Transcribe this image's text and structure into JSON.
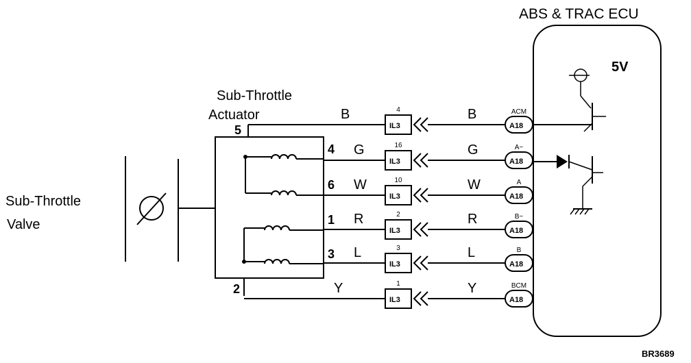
{
  "ecu": {
    "title": "ABS & TRAC ECU",
    "voltage": "5V"
  },
  "valve": {
    "line1": "Sub-Throttle",
    "line2": "Valve"
  },
  "actuator": {
    "line1": "Sub-Throttle",
    "line2": "Actuator"
  },
  "connectors": [
    {
      "pin_actuator": "5",
      "wire": "B",
      "il3_pin": "4",
      "il3_label": "IL3",
      "ecu_terminal": "ACM",
      "ecu_connector": "A18"
    },
    {
      "pin_actuator": "4",
      "wire": "G",
      "il3_pin": "16",
      "il3_label": "IL3",
      "ecu_terminal": "A−",
      "ecu_connector": "A18"
    },
    {
      "pin_actuator": "6",
      "wire": "W",
      "il3_pin": "10",
      "il3_label": "IL3",
      "ecu_terminal": "A",
      "ecu_connector": "A18"
    },
    {
      "pin_actuator": "1",
      "wire": "R",
      "il3_pin": "2",
      "il3_label": "IL3",
      "ecu_terminal": "B−",
      "ecu_connector": "A18"
    },
    {
      "pin_actuator": "3",
      "wire": "L",
      "il3_pin": "3",
      "il3_label": "IL3",
      "ecu_terminal": "B",
      "ecu_connector": "A18"
    },
    {
      "pin_actuator": "2",
      "wire": "Y",
      "il3_pin": "1",
      "il3_label": "IL3",
      "ecu_terminal": "BCM",
      "ecu_connector": "A18"
    }
  ],
  "figure_code": "BR3689"
}
